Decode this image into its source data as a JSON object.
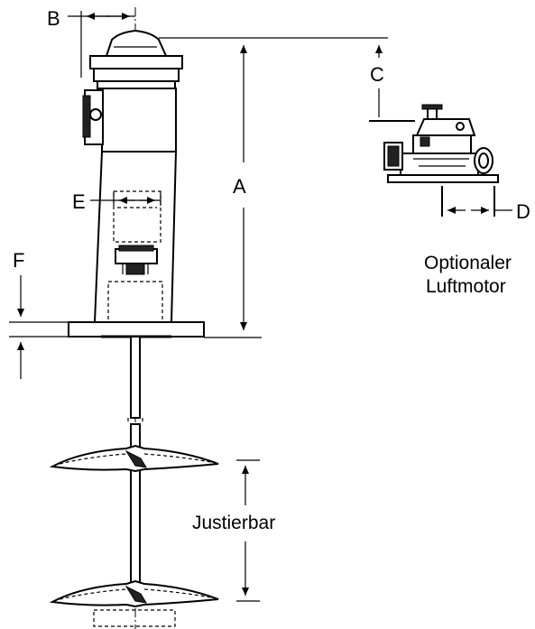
{
  "labels": {
    "A": "A",
    "B": "B",
    "C": "C",
    "D": "D",
    "E": "E",
    "F": "F"
  },
  "captions": {
    "adjustable": "Justierbar",
    "air_motor_line1": "Optionaler",
    "air_motor_line2": "Luftmotor"
  }
}
